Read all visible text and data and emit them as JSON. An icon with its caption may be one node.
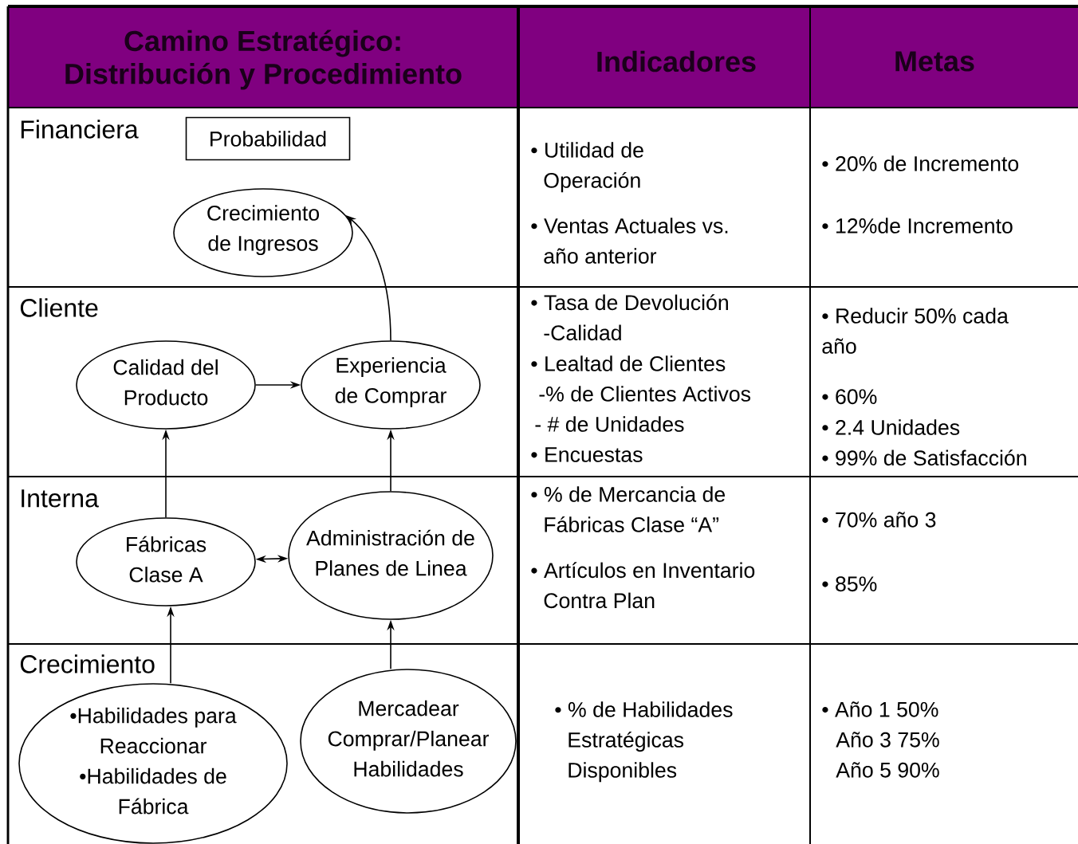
{
  "diagram": {
    "nodes": [
      {
        "text": [
          "Probabilidad"
        ]
      },
      {
        "text": [
          "Crecimiento de Ingresos"
        ]
      },
      {
        "text": [
          "Calidad del Producto"
        ]
      },
      {
        "text": [
          "Experiencia de Comprar"
        ]
      },
      {
        "text": [
          "Fábricas Clase A"
        ]
      },
      {
        "text": [
          "Administración de Planes de Linea"
        ]
      },
      {
        "text": [
          "•Habilidades para Reaccionar",
          "•Habilidades de Fábrica"
        ]
      },
      {
        "text": [
          "Mercadear Comprar/Planear Habilidades"
        ]
      }
    ],
    "edges": [
      {
        "from": 3,
        "to": 1,
        "arrow": "to"
      },
      {
        "from": 2,
        "to": 3,
        "arrow": "to"
      },
      {
        "from": 4,
        "to": 2,
        "arrow": "to"
      },
      {
        "from": 5,
        "to": 3,
        "arrow": "to"
      },
      {
        "from": 4,
        "to": 5,
        "arrow": "both"
      },
      {
        "from": 6,
        "to": 4,
        "arrow": "to"
      },
      {
        "from": 7,
        "to": 5,
        "arrow": "to"
      }
    ],
    "labels": [
      "Camino Estratégico: Distribución y Procedimiento",
      "Indicadores",
      "Metas",
      "Financiera",
      "• Utilidad de Operación",
      "• Ventas Actuales vs. año anterior",
      "• 20% de Incremento",
      "• 12%de Incremento",
      "Cliente",
      "• Tasa de Devolución -Calidad",
      "• Lealtad de Clientes",
      "-% de Clientes Activos",
      "- # de Unidades",
      "• Encuestas",
      "• Reducir 50% cada año",
      "• 60%",
      "• 2.4 Unidades",
      "• 99% de Satisfacción",
      "Interna",
      "• % de Mercancia de Fábricas Clase “A”",
      "• Artículos en Inventario Contra Plan",
      "• 70% año 3",
      "• 85%",
      "Crecimiento",
      "• % de Habilidades Estratégicas Disponibles",
      "• Año 1 50%",
      "Año 3 75%",
      "Año 5 90%"
    ]
  }
}
